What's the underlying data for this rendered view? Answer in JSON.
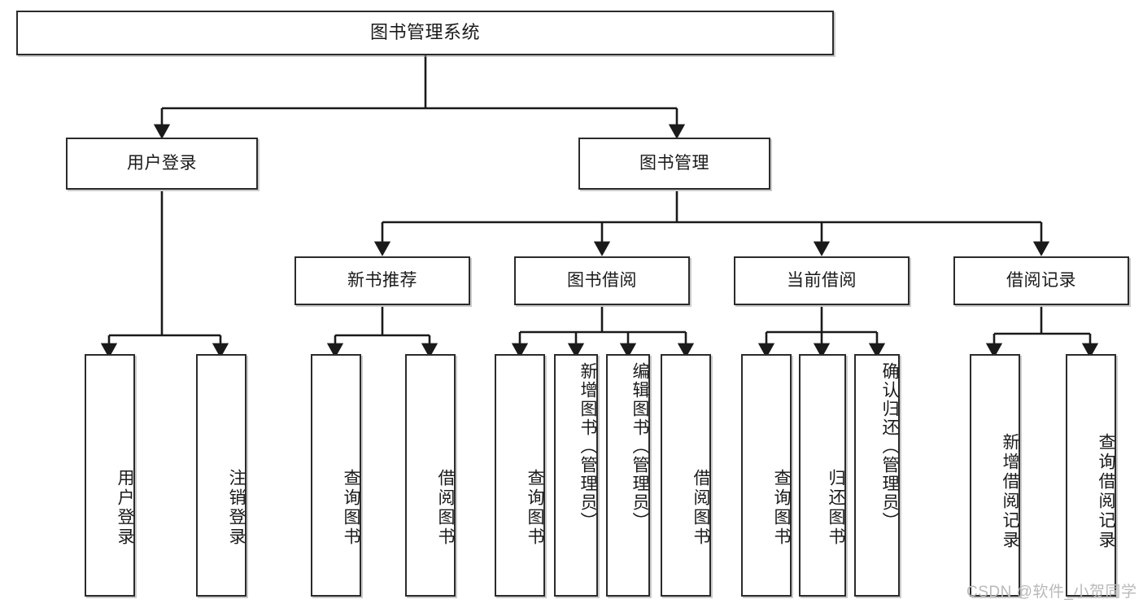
{
  "diagram": {
    "title": "图书管理系统",
    "type": "hierarchy-tree",
    "watermark": "CSDN @软件_小贺同学",
    "colors": {
      "box_border": "#2b2b2b",
      "box_fill": "#ffffff",
      "edge": "#1a1a1a",
      "watermark": "#b9b9b9",
      "background": "#ffffff"
    },
    "nodes": {
      "root": {
        "label": "图书管理系统"
      },
      "level2": [
        {
          "id": "user-login",
          "label": "用户登录"
        },
        {
          "id": "book-management",
          "label": "图书管理"
        }
      ],
      "level3": [
        {
          "id": "new-book-recommend",
          "label": "新书推荐"
        },
        {
          "id": "book-borrow",
          "label": "图书借阅"
        },
        {
          "id": "current-borrow",
          "label": "当前借阅"
        },
        {
          "id": "borrow-record",
          "label": "借阅记录"
        }
      ],
      "leaves": {
        "user_login": [
          {
            "id": "leaf-user-login",
            "label": "用户登录"
          },
          {
            "id": "leaf-logout-login",
            "label": "注销登录"
          }
        ],
        "new_book_recommend": [
          {
            "id": "leaf-query-book-1",
            "label": "查询图书"
          },
          {
            "id": "leaf-borrow-book-1",
            "label": "借阅图书"
          }
        ],
        "book_borrow": [
          {
            "id": "leaf-query-book-2",
            "label": "查询图书"
          },
          {
            "id": "leaf-add-book",
            "label": "新增图书（管理员）"
          },
          {
            "id": "leaf-edit-book",
            "label": "编辑图书（管理员）"
          },
          {
            "id": "leaf-borrow-book-2",
            "label": "借阅图书"
          }
        ],
        "current_borrow": [
          {
            "id": "leaf-query-book-3",
            "label": "查询图书"
          },
          {
            "id": "leaf-return-book",
            "label": "归还图书"
          },
          {
            "id": "leaf-confirm-return",
            "label": "确认归还（管理员）"
          }
        ],
        "borrow_record": [
          {
            "id": "leaf-add-record",
            "label": "新增借阅记录"
          },
          {
            "id": "leaf-query-record",
            "label": "查询借阅记录"
          }
        ]
      }
    }
  }
}
